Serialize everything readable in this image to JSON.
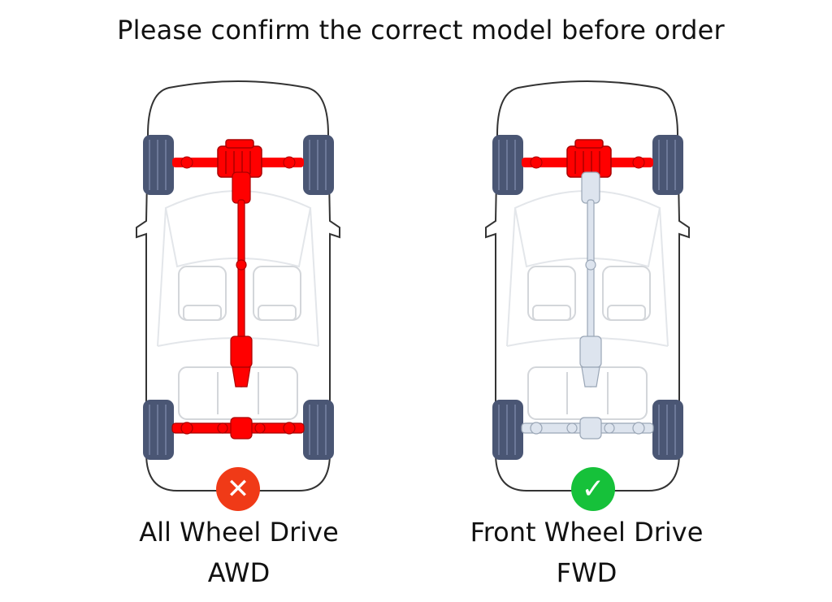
{
  "title": "Please confirm the correct model before order",
  "colors": {
    "highlight": "#ff0000",
    "inactive_drivetrain": "#dde4ee",
    "body_outline": "#333333",
    "wheel": "#4a5674",
    "wrong_badge": "#f03a17",
    "correct_badge": "#16c13a"
  },
  "models": {
    "awd": {
      "name": "All Wheel Drive",
      "abbr": "AWD",
      "status": "incorrect",
      "status_icon": "cross-icon",
      "status_glyph": "✕",
      "rear_driveline_active": true
    },
    "fwd": {
      "name": "Front Wheel Drive",
      "abbr": "FWD",
      "status": "correct",
      "status_icon": "checkmark-icon",
      "status_glyph": "✓",
      "rear_driveline_active": false
    }
  }
}
